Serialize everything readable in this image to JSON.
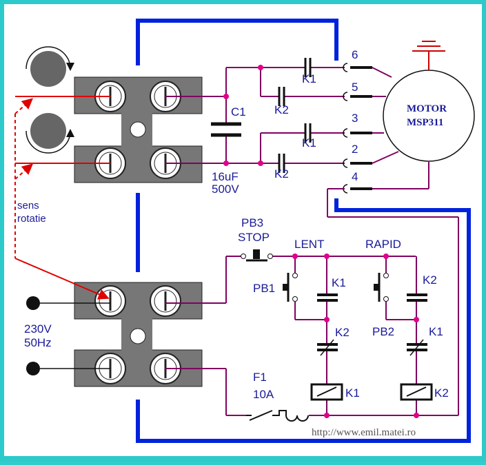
{
  "colors": {
    "frame_outer": "#2ccaca",
    "canvas": "#ffffff",
    "wire": "#800060",
    "blue_bus": "#0022dd",
    "red_wire": "#e00000",
    "terminal_block": "#777777",
    "junction": "#e0008a",
    "label": "#1a1a99"
  },
  "motor": {
    "line1": "MOTOR",
    "line2": "MSP311"
  },
  "capacitor": {
    "name": "C1",
    "value": "16uF",
    "voltage": "500V"
  },
  "terminals": {
    "t6": "6",
    "t5": "5",
    "t3": "3",
    "t2": "2",
    "t4": "4"
  },
  "contacts": {
    "upper_k1": "K1",
    "upper_k2": "K2",
    "lower_k1": "K1",
    "lower_k2": "K2",
    "lent_k1": "K1",
    "lent_k2": "K2",
    "rapid_k2": "K2",
    "rapid_k1": "K1",
    "coil_k1": "K1",
    "coil_k2": "K2"
  },
  "buttons": {
    "stop_name": "PB3",
    "stop_label": "STOP",
    "pb1": "PB1",
    "pb2": "PB2"
  },
  "modes": {
    "slow": "LENT",
    "fast": "RAPID"
  },
  "rotation": {
    "line1": "sens",
    "line2": "rotatie"
  },
  "supply": {
    "voltage": "230V",
    "frequency": "50Hz"
  },
  "fuse": {
    "name": "F1",
    "rating": "10A"
  },
  "website": "http://www.emil.matei.ro"
}
